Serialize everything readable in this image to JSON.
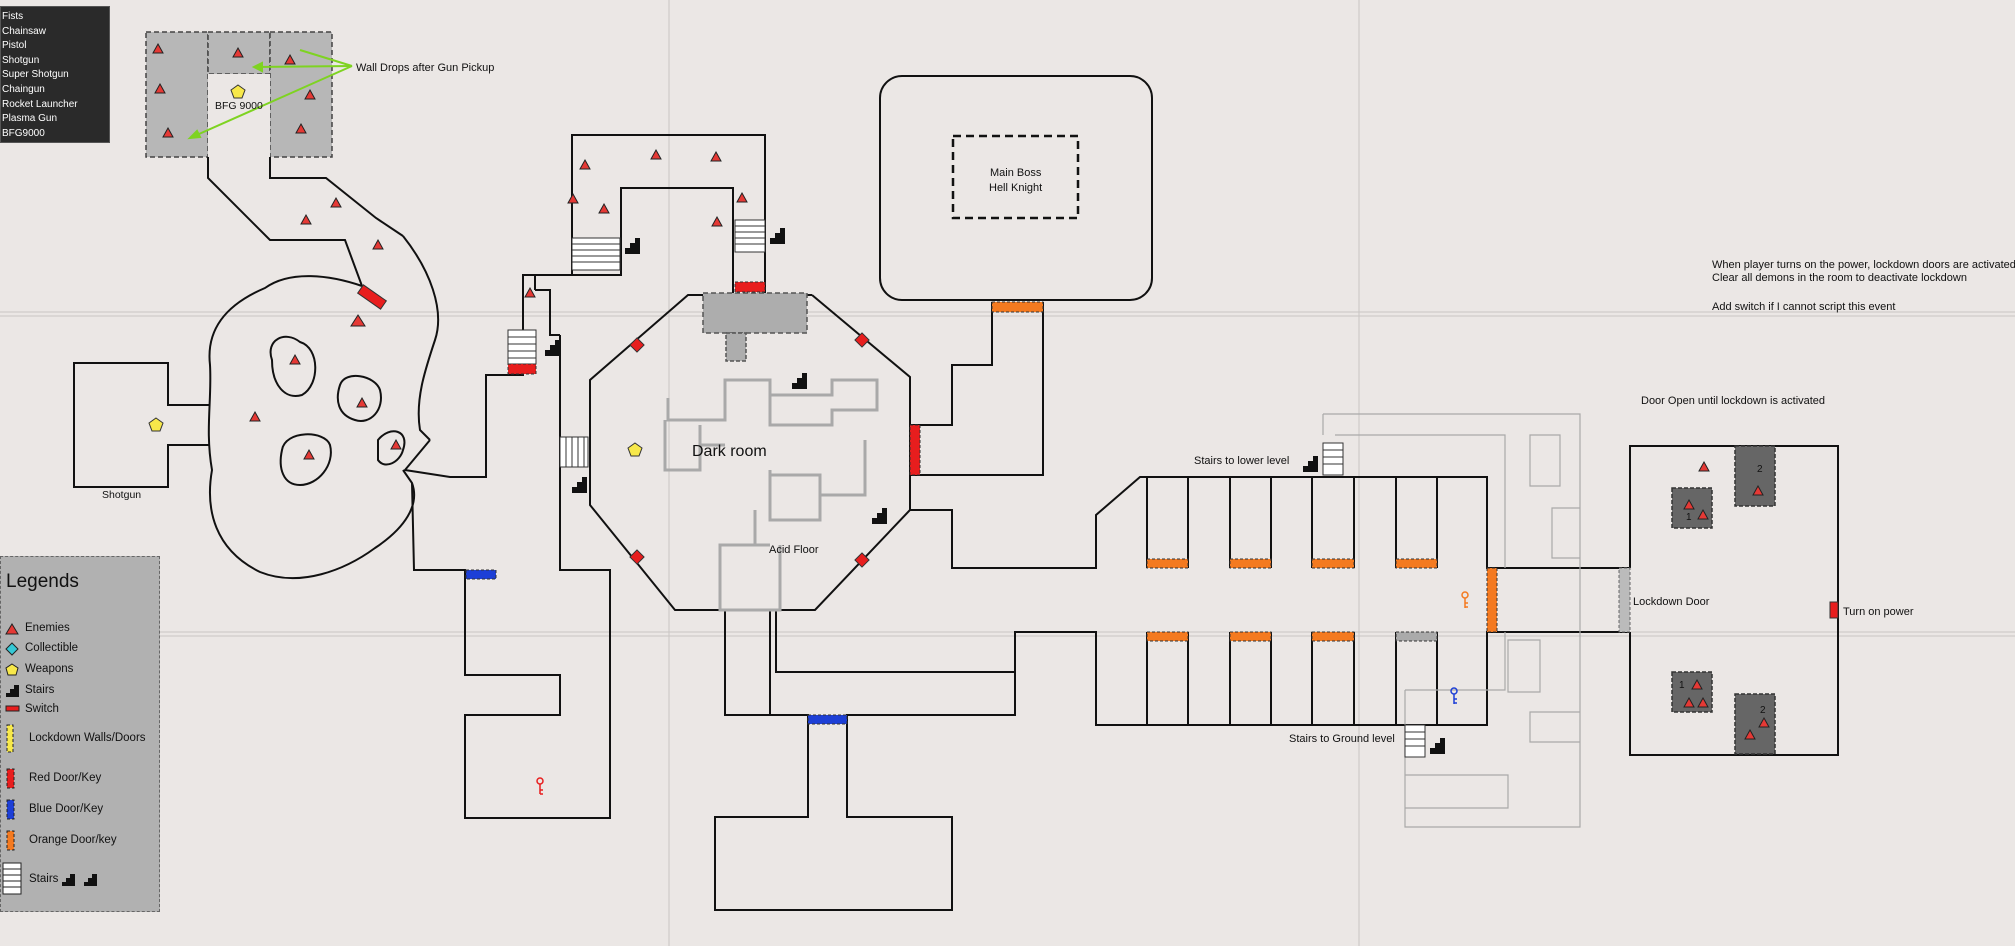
{
  "weapons_panel": {
    "items": [
      "Fists",
      "Chainsaw",
      "Pistol",
      "Shotgun",
      "Super Shotgun",
      "Chaingun",
      "Rocket Launcher",
      "Plasma Gun",
      "BFG9000"
    ]
  },
  "labels": {
    "wall_drops": "Wall Drops after Gun Pickup",
    "bfg": "BFG 9000",
    "shotgun": "Shotgun",
    "main_boss_line1": "Main Boss",
    "main_boss_line2": "Hell Knight",
    "dark_room": "Dark room",
    "acid_floor": "Acid Floor",
    "stairs_lower": "Stairs to lower level",
    "stairs_ground": "Stairs to Ground level",
    "lockdown_door": "Lockdown Door",
    "turn_on_power": "Turn on power",
    "door_open": "Door Open until lockdown is activated",
    "note_line1": "When player turns on the power, lockdown doors are activated",
    "note_line2": "Clear all demons in the room to deactivate lockdown",
    "note_line3": "Add switch if I cannot script this event",
    "cell_1": "1",
    "cell_2": "2"
  },
  "legend": {
    "title": "Legends",
    "enemies": "Enemies",
    "collectible": "Collectible",
    "weapons": "Weapons",
    "stairs": "Stairs",
    "switch": "Switch",
    "lockdown": "Lockdown Walls/Doors",
    "red_door": "Red Door/Key",
    "blue_door": "Blue Door/Key",
    "orange_door": "Orange Door/key",
    "stairs2": "Stairs"
  },
  "colors": {
    "background": "#ebe7e5",
    "enemy": "#e53935",
    "weapon": "#f7e84a",
    "collectible": "#35c9d6",
    "red_door": "#e81e1e",
    "blue_door": "#1d3fd6",
    "orange_door": "#f47a20",
    "arrow": "#7ed321"
  }
}
